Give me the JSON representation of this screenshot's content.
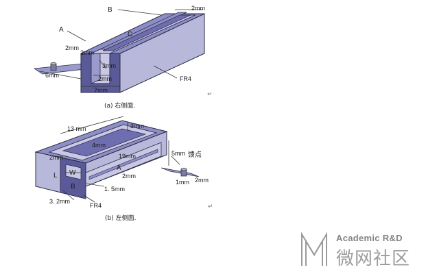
{
  "figure_a": {
    "labels": {
      "A": "A",
      "B": "B",
      "C": "C",
      "fr4": "FR4",
      "dim_2mm_top": "2mm",
      "dim_2mm_left1": "2mm",
      "dim_2mm_left2": "2mm",
      "dim_3mm": "3mm",
      "dim_2mm_bottom": "2mm",
      "dim_6mm": "6mm",
      "dim_7mm": "7mm"
    },
    "caption": "(a) 右侧面.",
    "return_mark": "↵"
  },
  "figure_b": {
    "labels": {
      "dim_13mm": "13 mm",
      "dim_3mm": "3mm",
      "dim_4mm": "4mm",
      "dim_5mm": "5mm",
      "feed": "馈点",
      "dim_19mm": "19mm",
      "dim_2mm_left": "2mm",
      "A": "A",
      "W": "W",
      "L": "L",
      "B": "B",
      "dim_2mm_mid": "2mm",
      "dim_1mm": "1mm",
      "dim_2mm_right": "2mm",
      "dim_1_5mm": "1. 5mm",
      "dim_3_2mm": "3. 2mm",
      "fr4": "FR4"
    },
    "caption": "(b) 左侧面.",
    "return_mark": "↵"
  },
  "watermark": {
    "en": "Academic R&D",
    "cn": "微网社区"
  },
  "colors": {
    "top_face": "#8e8ec6",
    "side_face": "#b8b8da",
    "front_face": "#5a5a98",
    "slot_face": "#3f3f7a",
    "light_face": "#c8c8e4"
  }
}
